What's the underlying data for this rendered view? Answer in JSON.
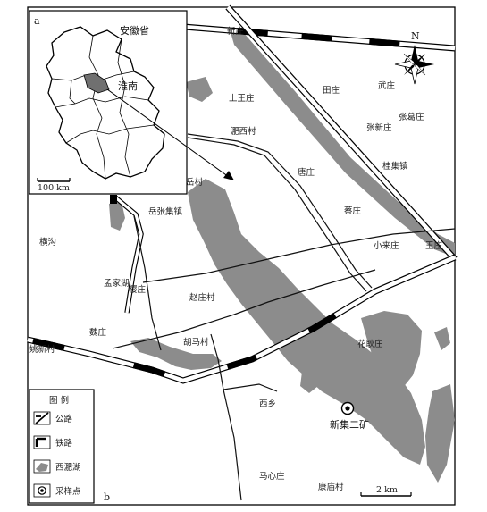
{
  "panel_a": {
    "letter": "a",
    "province": "安徽省",
    "city": "淮南",
    "scale": "100 km"
  },
  "panel_b": {
    "letter": "b",
    "scale": "2 km",
    "north": "N"
  },
  "legend": {
    "title": "图 例",
    "items": [
      "公路",
      "铁路",
      "西淝湖",
      "采样点"
    ]
  },
  "places": {
    "xinzhuang": "新庄",
    "shangwangzhuang": "上王庄",
    "feixicun": "淝西村",
    "tianzhuang": "田庄",
    "wuzhuang": "武庄",
    "zhanggezhuang": "张葛庄",
    "zhangxinzhuang": "张新庄",
    "tangzhuang": "唐庄",
    "guijizhen": "桂集镇",
    "caizhuang": "蔡庄",
    "yuecun": "岳村",
    "yuezhangjizhen": "岳张集镇",
    "henggou": "横沟",
    "mengjiahu": "孟家湖",
    "suozhuang": "樱庄",
    "zhaozhuangcun": "赵庄村",
    "xiaolaizhuang": "小来庄",
    "wangzhuang": "王庄",
    "weizhuang": "魏庄",
    "humacun": "胡马村",
    "tiaoxincun": "姚新村",
    "huagengzhuang": "花耿庄",
    "xixiang": "西乡",
    "sample_point": "新集二矿",
    "mazhuang": "马心庄",
    "kangmiaocun": "康庙村"
  },
  "colors": {
    "lake": "#8c8c8c",
    "road": "#111111",
    "panel_highlight": "#707070"
  }
}
